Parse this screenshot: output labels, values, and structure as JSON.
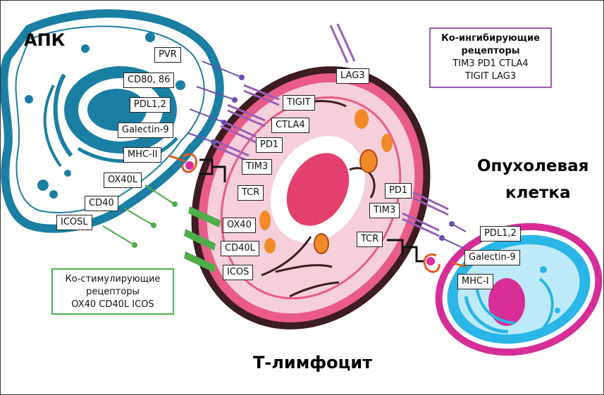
{
  "titles": {
    "apc": "АПК",
    "tumor_line1": "Опухолевая",
    "tumor_line2": "клетка",
    "tcell": "Т-лимфоцит"
  },
  "inhibitory_box": {
    "line1": "Ко-ингибирующие",
    "line2": "рецепторы",
    "line3": "TIM3 PD1 CTLA4",
    "line4": "TIGIT LAG3"
  },
  "stimulatory_box": {
    "line1": "Ко-стимулирующие",
    "line2": "рецепторы",
    "line3": "OX40 CD40L ICOS"
  },
  "apc_labels": {
    "pvr": "PVR",
    "cd80_86": "CD80, 86",
    "pdl12": "PDL1,2",
    "galectin9": "Galectin-9",
    "mhc2": "MHC-II",
    "ox40l": "OX40L",
    "cd40": "CD40",
    "icosl": "ICOSL"
  },
  "tcell_labels": {
    "lag3": "LAG3",
    "tigit": "TIGIT",
    "ctla4": "CTLA4",
    "pd1": "PD1",
    "tim3": "TIM3",
    "tcr": "TCR",
    "ox40": "OX40",
    "cd40l": "CD40L",
    "icos": "ICOS",
    "pd1_right": "PD1",
    "tim3_right": "TIM3",
    "tcr_right": "TCR"
  },
  "tumor_labels": {
    "pdl12": "PDL1,2",
    "galectin9": "Galectin-9",
    "mhc1": "MHC-I"
  },
  "colors": {
    "apc": "#1b7fa3",
    "tcell_outer": "#e95c8a",
    "tcell_fill": "#f5cfd9",
    "tcell_nucleus": "#e4406f",
    "tumor_outer": "#d62e96",
    "tumor_inner": "#2ab6e6",
    "inhibitory": "#9b5fb8",
    "stimulatory": "#4fae4b",
    "mhc": "#e05a1f"
  }
}
